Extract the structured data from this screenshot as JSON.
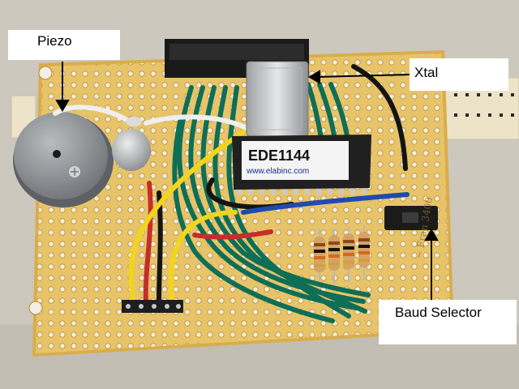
{
  "labels": {
    "piezo": "Piezo",
    "xtal": "Xtal",
    "baud_selector": "Baud Selector"
  },
  "chip": {
    "part_number": "EDE1144",
    "website": "www.elabinc.com"
  },
  "colors": {
    "background": "#cdc8bd",
    "board": "#e7c46a",
    "wire_green": "#0f6e56",
    "wire_yellow": "#f2d51c",
    "wire_red": "#c42f2a",
    "wire_blue": "#1f4bb0",
    "wire_black": "#141414"
  }
}
